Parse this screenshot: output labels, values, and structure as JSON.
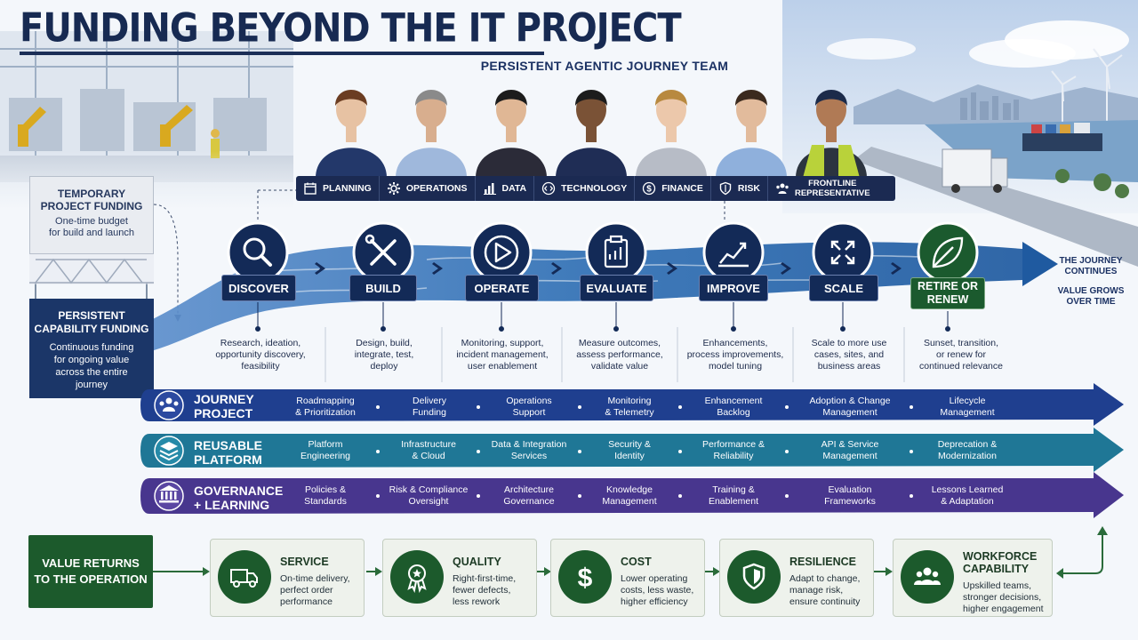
{
  "title": "FUNDING BEYOND THE IT PROJECT",
  "team": {
    "title": "PERSISTENT AGENTIC JOURNEY TEAM",
    "roles": [
      {
        "label": "PLANNING",
        "icon": "calendar-icon"
      },
      {
        "label": "OPERATIONS",
        "icon": "gear-icon"
      },
      {
        "label": "DATA",
        "icon": "bar-chart-icon"
      },
      {
        "label": "TECHNOLOGY",
        "icon": "code-icon"
      },
      {
        "label": "FINANCE",
        "icon": "dollar-icon"
      },
      {
        "label": "RISK",
        "icon": "shield-icon"
      },
      {
        "label": "FRONTLINE REPRESENTATIVE",
        "icon": "people-icon"
      }
    ]
  },
  "temporary": {
    "title_line1": "TEMPORARY",
    "title_line2": "PROJECT FUNDING",
    "desc_line1": "One-time budget",
    "desc_line2": "for build and launch"
  },
  "persistent": {
    "title_line1": "PERSISTENT",
    "title_line2": "CAPABILITY FUNDING",
    "desc": [
      "Continuous funding",
      "for ongoing value",
      "across the entire",
      "journey"
    ]
  },
  "stages": [
    {
      "label": "DISCOVER",
      "icon": "magnifier-icon",
      "desc": [
        "Research, ideation,",
        "opportunity discovery,",
        "feasibility"
      ]
    },
    {
      "label": "BUILD",
      "icon": "tools-icon",
      "desc": [
        "Design, build,",
        "integrate, test,",
        "deploy"
      ]
    },
    {
      "label": "OPERATE",
      "icon": "play-icon",
      "desc": [
        "Monitoring, support,",
        "incident management,",
        "user enablement"
      ]
    },
    {
      "label": "EVALUATE",
      "icon": "clipboard-icon",
      "desc": [
        "Measure outcomes,",
        "assess performance,",
        "validate value"
      ]
    },
    {
      "label": "IMPROVE",
      "icon": "trend-chart-icon",
      "desc": [
        "Enhancements,",
        "process improvements,",
        "model tuning"
      ]
    },
    {
      "label": "SCALE",
      "icon": "expand-icon",
      "desc": [
        "Scale to more use",
        "cases, sites, and",
        "business areas"
      ]
    },
    {
      "label": "RETIRE OR RENEW",
      "label_line1": "RETIRE OR",
      "label_line2": "RENEW",
      "icon": "leaf-icon",
      "desc": [
        "Sunset, transition,",
        "or renew for",
        "continued relevance"
      ]
    }
  ],
  "continues": {
    "line1": "THE JOURNEY",
    "line2": "CONTINUES",
    "line3": "VALUE GROWS",
    "line4": "OVER TIME"
  },
  "lanes": [
    {
      "label_line1": "JOURNEY",
      "label_line2": "PROJECT",
      "icon": "team-icon",
      "color": "#1f3f8f",
      "items": [
        [
          "Roadmapping",
          "& Prioritization"
        ],
        [
          "Delivery",
          "Funding"
        ],
        [
          "Operations",
          "Support"
        ],
        [
          "Monitoring",
          "& Telemetry"
        ],
        [
          "Enhancement",
          "Backlog"
        ],
        [
          "Adoption & Change",
          "Management"
        ],
        [
          "Lifecycle",
          "Management"
        ]
      ]
    },
    {
      "label_line1": "REUSABLE",
      "label_line2": "PLATFORM",
      "icon": "layers-icon",
      "color": "#1f7796",
      "items": [
        [
          "Platform",
          "Engineering"
        ],
        [
          "Infrastructure",
          "& Cloud"
        ],
        [
          "Data & Integration",
          "Services"
        ],
        [
          "Security &",
          "Identity"
        ],
        [
          "Performance &",
          "Reliability"
        ],
        [
          "API & Service",
          "Management"
        ],
        [
          "Deprecation &",
          "Modernization"
        ]
      ]
    },
    {
      "label_line1": "GOVERNANCE",
      "label_line2": "+ LEARNING",
      "icon": "institution-icon",
      "color": "#48368e",
      "items": [
        [
          "Policies &",
          "Standards"
        ],
        [
          "Risk & Compliance",
          "Oversight"
        ],
        [
          "Architecture",
          "Governance"
        ],
        [
          "Knowledge",
          "Management"
        ],
        [
          "Training &",
          "Enablement"
        ],
        [
          "Evaluation",
          "Frameworks"
        ],
        [
          "Lessons Learned",
          "& Adaptation"
        ]
      ]
    }
  ],
  "value": {
    "label_line1": "VALUE RETURNS",
    "label_line2": "TO THE OPERATION",
    "cards": [
      {
        "title": "SERVICE",
        "icon": "truck-icon",
        "desc": [
          "On-time delivery,",
          "perfect order",
          "performance"
        ]
      },
      {
        "title": "QUALITY",
        "icon": "badge-icon",
        "desc": [
          "Right-first-time,",
          "fewer defects,",
          "less rework"
        ]
      },
      {
        "title": "COST",
        "icon": "dollar-icon",
        "desc": [
          "Lower operating",
          "costs, less waste,",
          "higher efficiency"
        ]
      },
      {
        "title": "RESILIENCE",
        "icon": "shield-icon",
        "desc": [
          "Adapt to change,",
          "manage risk,",
          "ensure continuity"
        ]
      },
      {
        "title": "WORKFORCE",
        "title_line2": "CAPABILITY",
        "icon": "people-icon",
        "desc": [
          "Upskilled teams,",
          "stronger decisions,",
          "higher engagement"
        ]
      }
    ]
  },
  "colors": {
    "navy": "#172a52",
    "green": "#1c5a2c",
    "journey_lane": "#1f3f8f",
    "platform_lane": "#1f7796",
    "governance_lane": "#48368e",
    "river": "#2f6fb4"
  }
}
